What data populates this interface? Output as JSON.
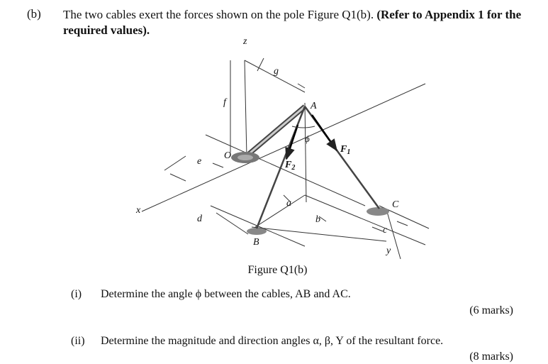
{
  "question": {
    "label": "(b)",
    "text_plain": "The two cables exert the forces shown on the pole Figure Q1(b). ",
    "text_bold": "(Refer to Appendix 1 for the required values)."
  },
  "figure": {
    "caption": "Figure Q1(b)",
    "labels": {
      "z": "z",
      "x": "x",
      "y": "y",
      "O": "O",
      "A": "A",
      "B": "B",
      "C": "C",
      "F1": "F",
      "F1_sub": "1",
      "F2": "F",
      "F2_sub": "2",
      "phi": "ϕ",
      "a": "a",
      "b": "b",
      "c": "c",
      "d": "d",
      "e": "e",
      "f": "f",
      "g": "g"
    }
  },
  "parts": [
    {
      "label": "(i)",
      "text": "Determine the angle ϕ between the cables, AB and AC.",
      "marks": "(6 marks)"
    },
    {
      "label": "(ii)",
      "text": "Determine the magnitude and direction angles α, β, Υ of the resultant force.",
      "marks": "(8 marks)"
    }
  ]
}
